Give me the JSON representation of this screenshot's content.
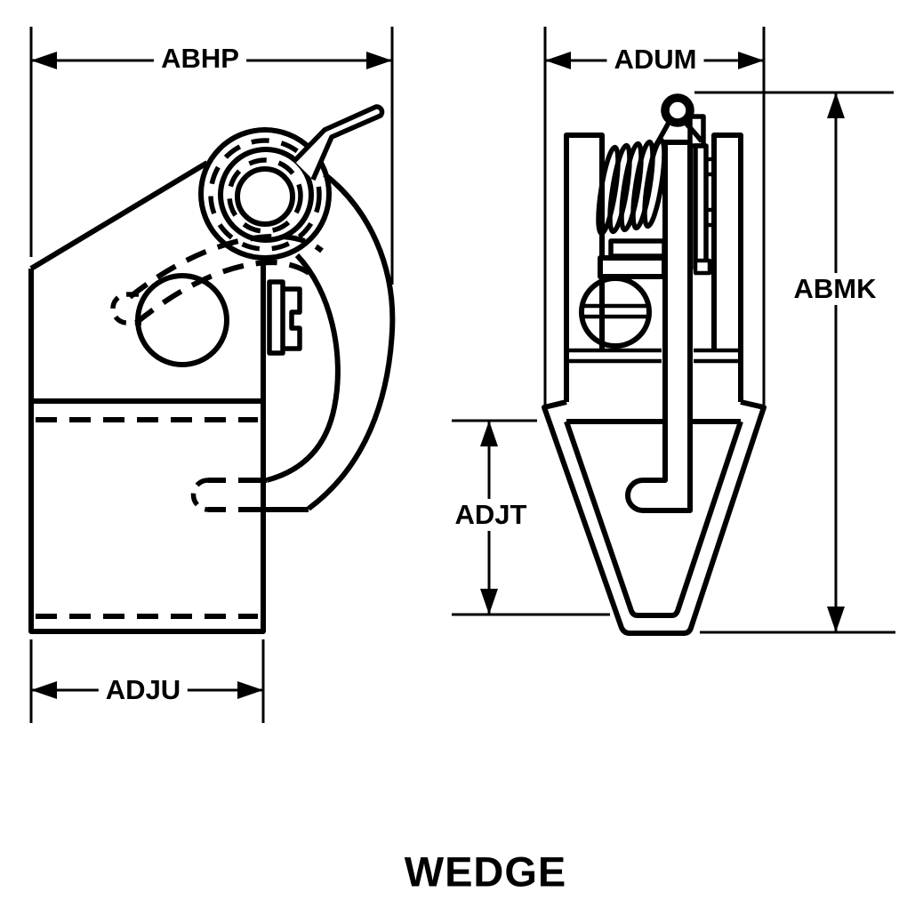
{
  "drawing": {
    "title": "WEDGE",
    "views": [
      {
        "id": "side-view",
        "dimension_labels": [
          "ABHP",
          "ADJU"
        ]
      },
      {
        "id": "front-view",
        "dimension_labels": [
          "ADUM",
          "ABMK",
          "ADJT"
        ]
      }
    ]
  },
  "labels": {
    "abhp": "ABHP",
    "adum": "ADUM",
    "abmk": "ABMK",
    "adjt": "ADJT",
    "adju": "ADJU"
  },
  "colors": {
    "line": "#000000",
    "background": "#ffffff"
  }
}
